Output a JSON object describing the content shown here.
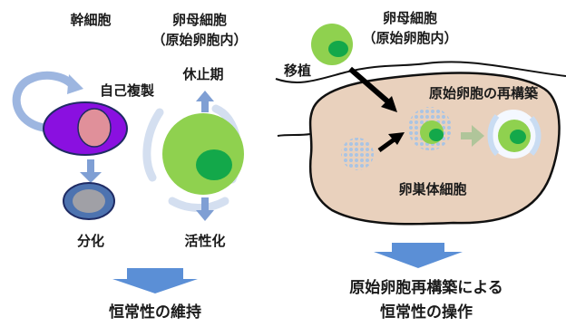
{
  "left_panel": {
    "stem_cell_label": "幹細胞",
    "oocyte_label_line1": "卵母細胞",
    "oocyte_label_line2": "（原始卵胞内）",
    "self_renewal_label": "自己複製",
    "dormancy_label": "休止期",
    "differentiation_label": "分化",
    "activation_label": "活性化",
    "result_label": "恒常性の維持"
  },
  "right_panel": {
    "oocyte_label_line1": "卵母細胞",
    "oocyte_label_line2": "（原始卵胞内）",
    "transplant_label": "移植",
    "reconstruction_label": "原始卵胞の再構築",
    "somatic_cell_label": "卵巣体細胞",
    "result_line1": "原始卵胞再構築による",
    "result_line2": "恒常性の操作"
  },
  "colors": {
    "oocyte_green": "#8fd14f",
    "nucleus_green": "#13a84a",
    "stem_cell_purple": "#8a10e0",
    "stem_nucleus_pink": "#e0909a",
    "differentiated_blue": "#4d73b0",
    "arrow_blue": "#7f9fd4",
    "result_arrow_blue": "#5b8fd6",
    "ovary_tan": "#e9d1bd"
  }
}
